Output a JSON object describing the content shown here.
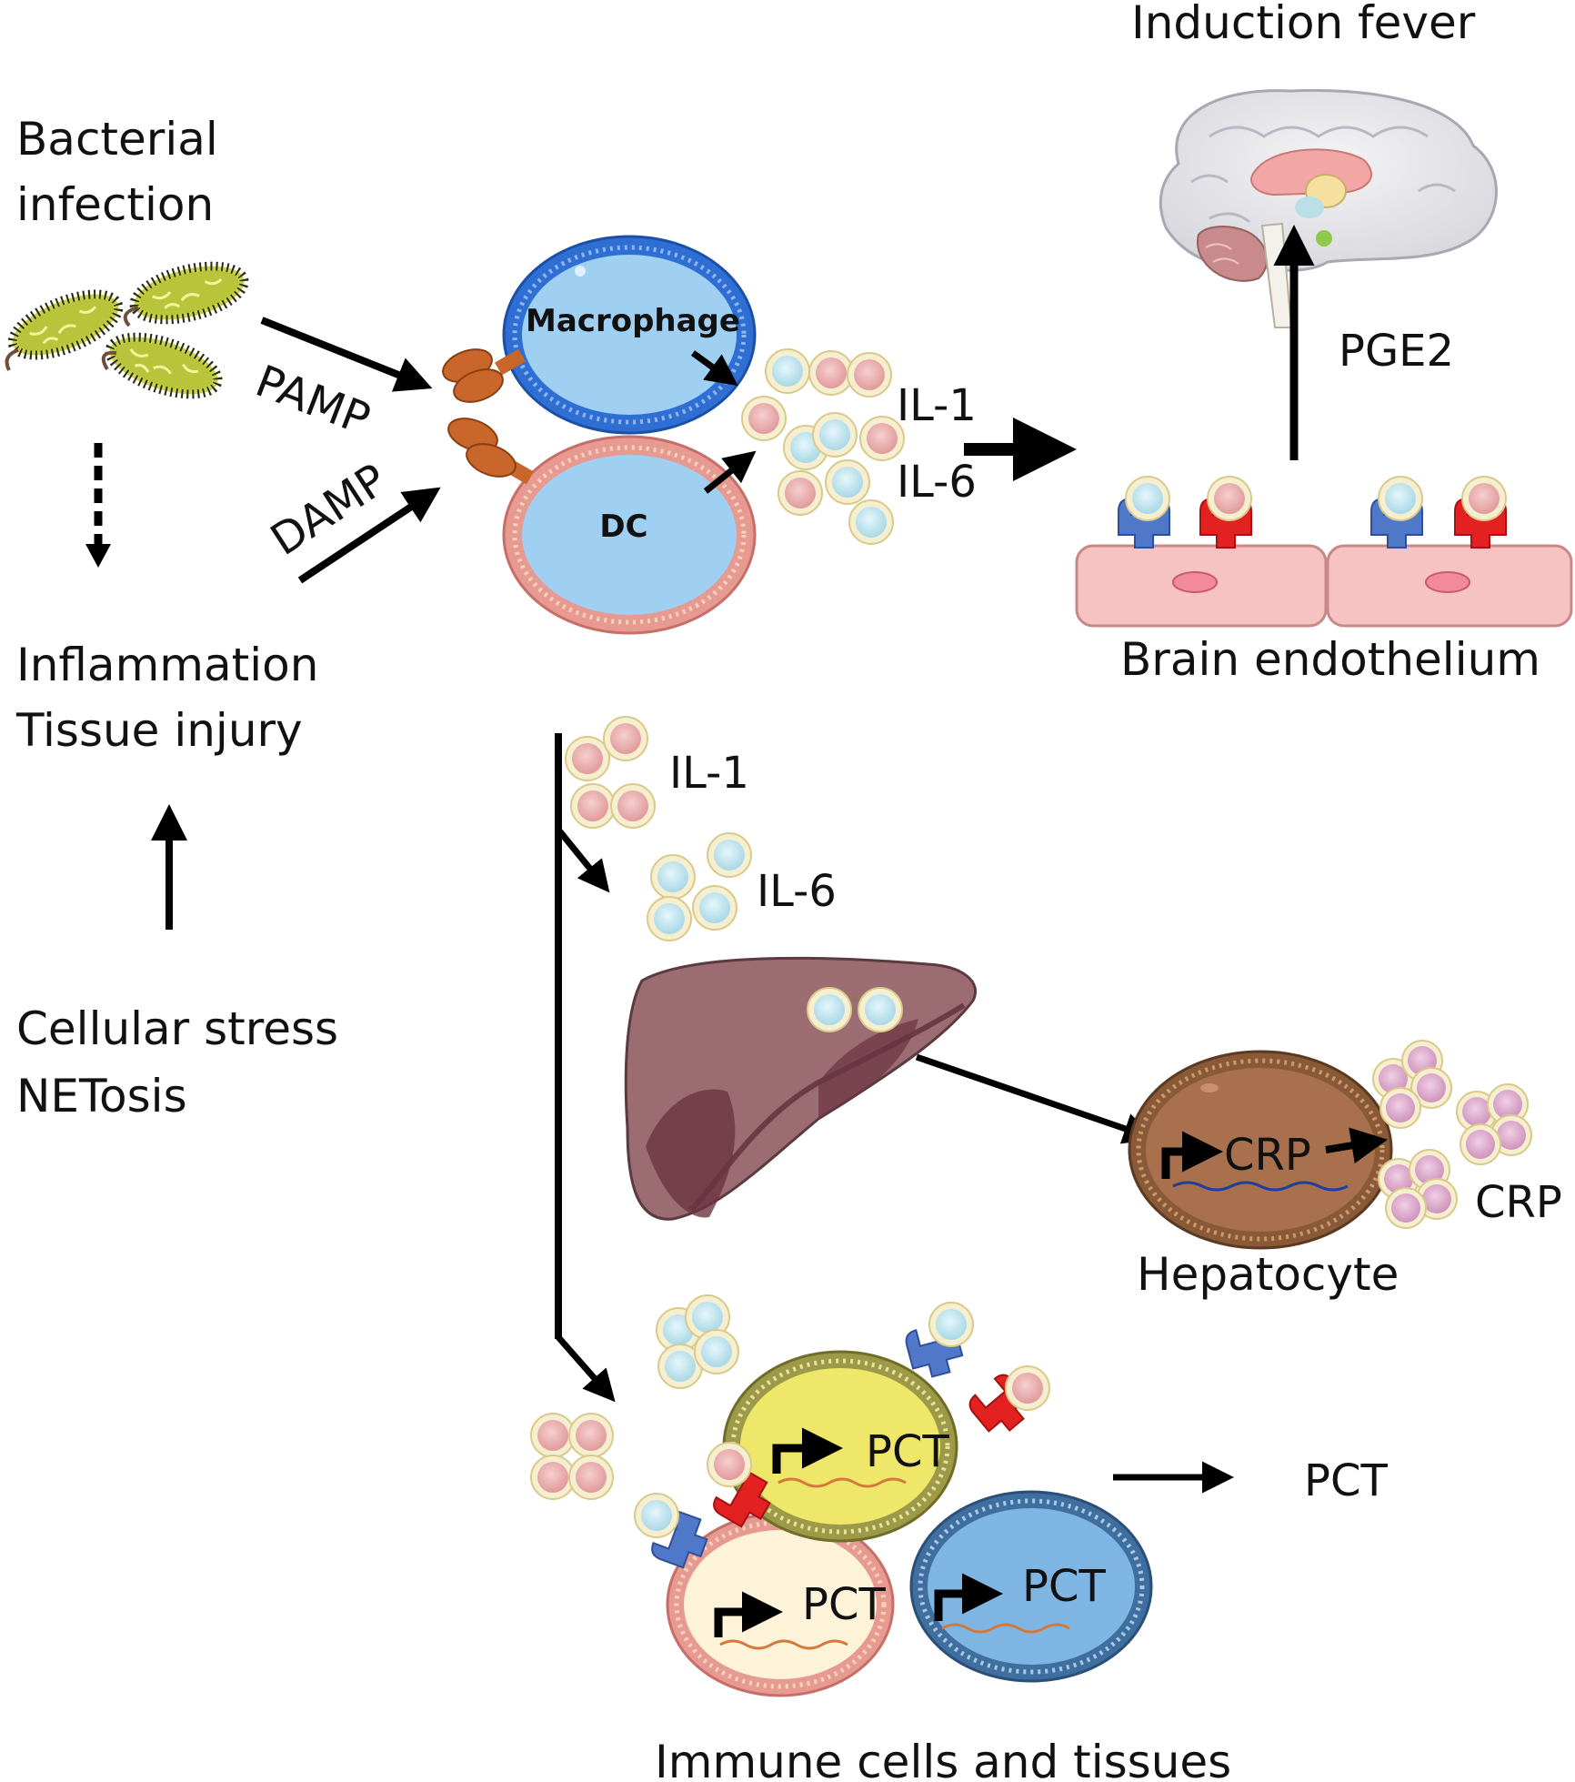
{
  "labels": {
    "bacterial_1": "Bacterial",
    "bacterial_2": "infection",
    "inflammation_1": "Inflammation",
    "inflammation_2": "Tissue injury",
    "stress_1": "Cellular stress",
    "stress_2": "NETosis",
    "pamp": "PAMP",
    "damp": "DAMP",
    "macrophage": "Macrophage",
    "dc": "DC",
    "il1_top": "IL-1",
    "il6_top": "IL-6",
    "induction_fever": "Induction fever",
    "pge2": "PGE2",
    "brain_endothelium": "Brain endothelium",
    "il1_mid": "IL-1",
    "il6_mid": "IL-6",
    "crp_gene": "CRP",
    "crp_out": "CRP",
    "hepatocyte": "Hepatocyte",
    "pct_yellow": "PCT",
    "pct_cream": "PCT",
    "pct_blue": "PCT",
    "pct_out": "PCT",
    "immune_cells": "Immune cells and tissues"
  },
  "colors": {
    "il1_fill": "#e8a6a6",
    "il6_fill": "#b9e0ea",
    "crp_fill": "#d9a6c8",
    "macrophage_fill": "#9fd0f2",
    "macrophage_membrane": "#2f6fd3",
    "dc_membrane": "#e79a92",
    "liver": "#9b6d73",
    "hepatocyte": "#a8704d",
    "yellow_cell": "#efe76a",
    "cream_cell": "#fdf3d9",
    "blue_cell": "#7fb5e3",
    "receptor_blue": "#4f78c8",
    "receptor_red": "#e42121",
    "pamp_receptor": "#c8662b",
    "bacteria": "#c8d24a"
  }
}
